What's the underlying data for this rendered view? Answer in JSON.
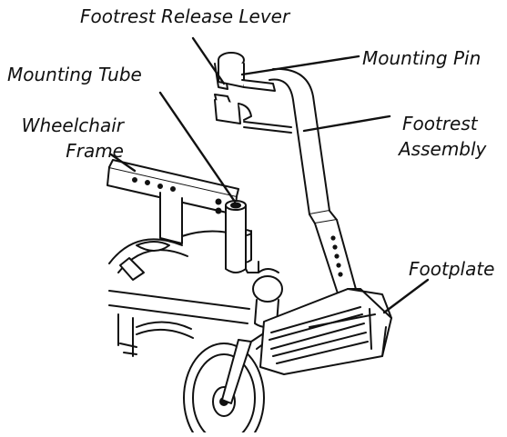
{
  "labels": {
    "footrest_release_lever": "Footrest Release Lever",
    "mounting_pin": "Mounting Pin",
    "mounting_tube": "Mounting Tube",
    "wheelchair_frame_line1": "Wheelchair",
    "wheelchair_frame_line2": "Frame",
    "footrest_assembly_line1": "Footrest",
    "footrest_assembly_line2": "Assembly",
    "footplate": "Footplate"
  },
  "colors": {
    "line": "#111111",
    "fill": "#ffffff",
    "shade": "#e6e6e6"
  }
}
